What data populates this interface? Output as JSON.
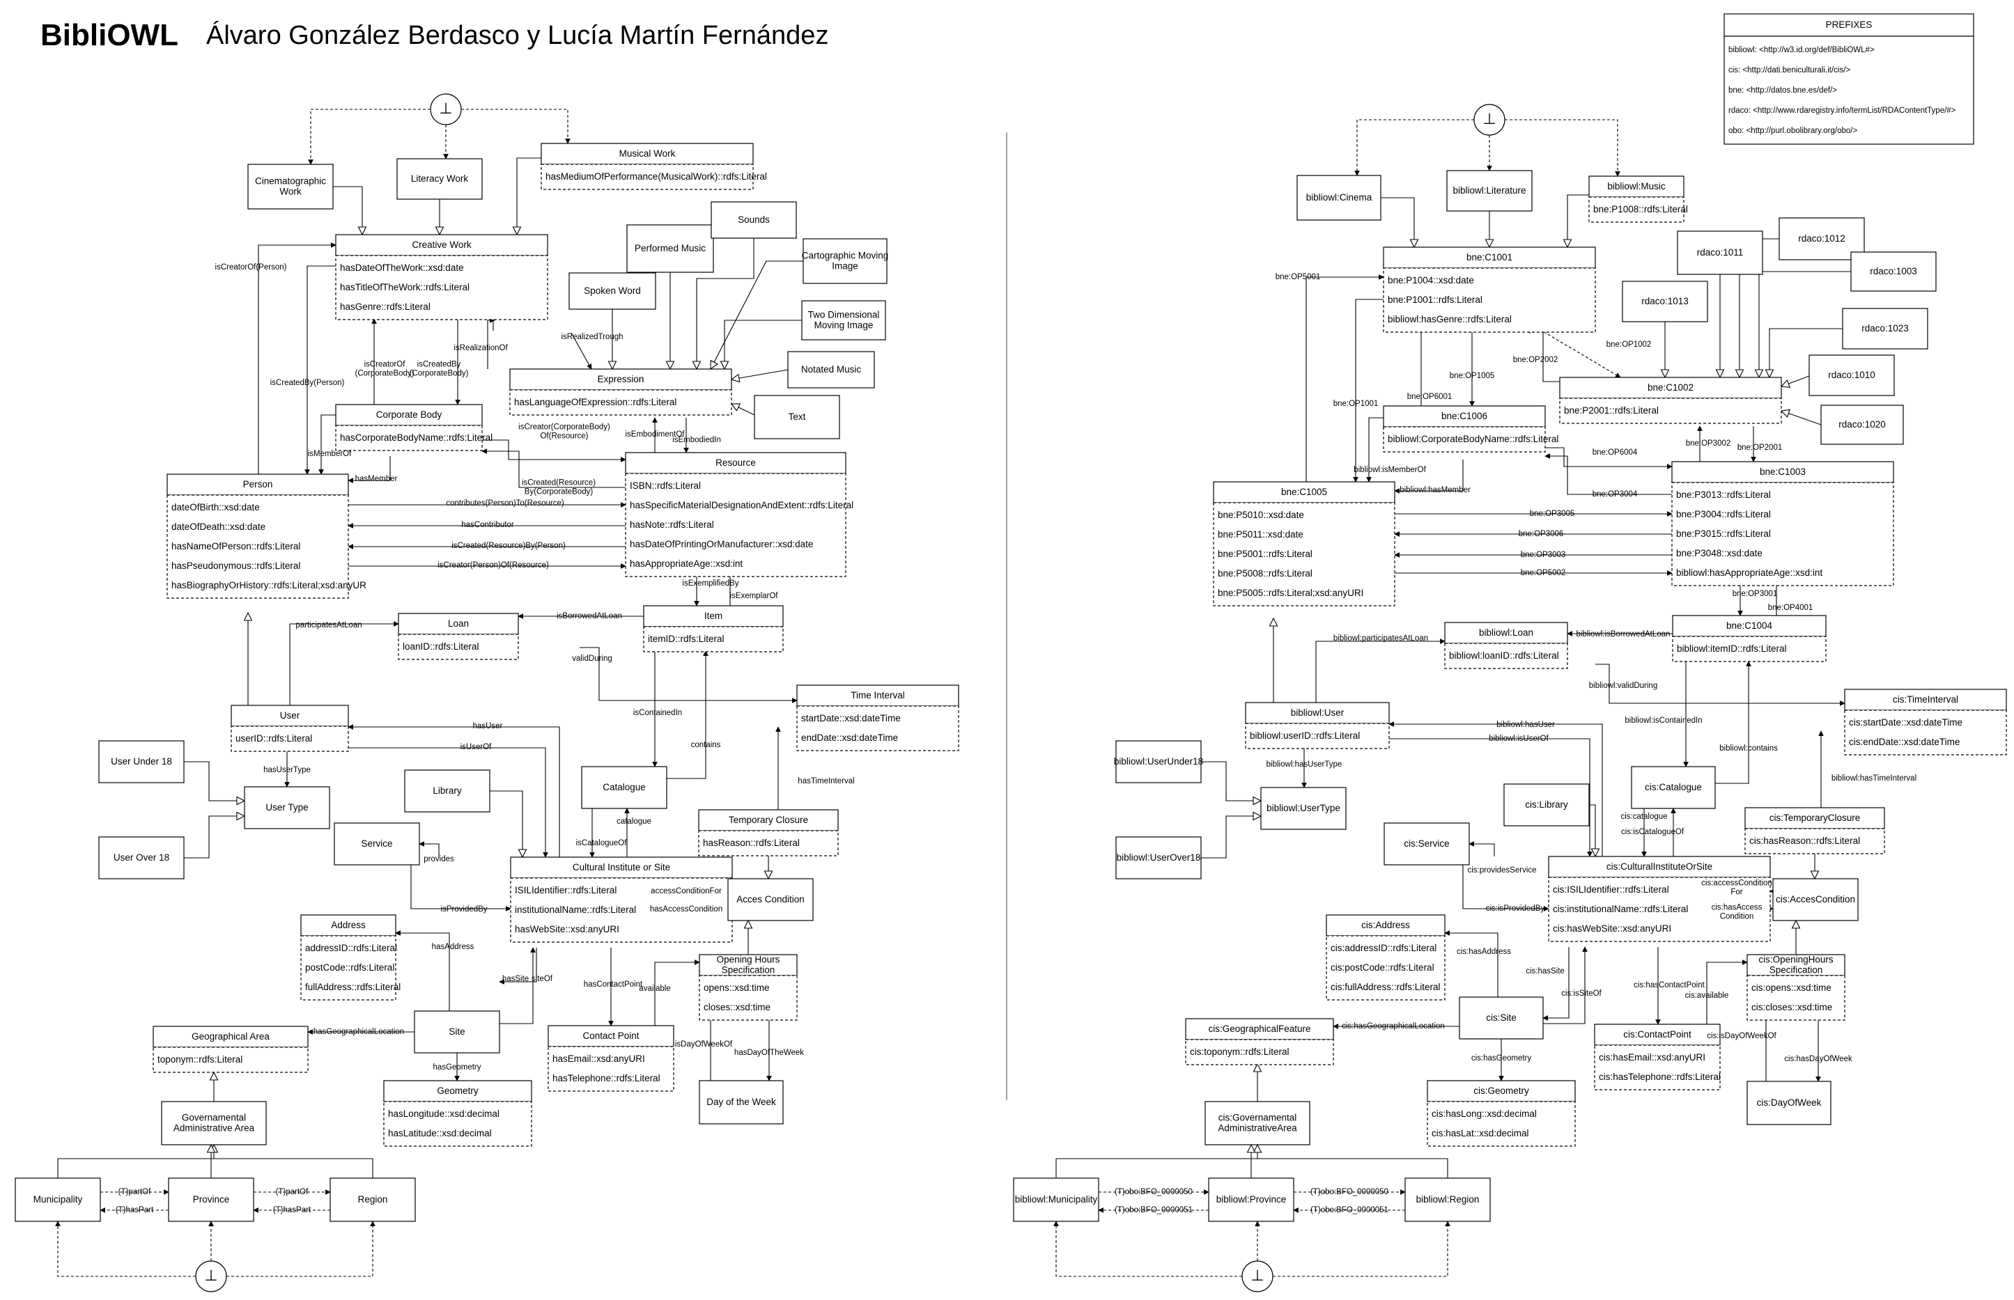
{
  "header": {
    "title": "BibliOWL",
    "authors": "Álvaro González Berdasco y Lucía Martín Fernández"
  },
  "prefixes": {
    "title": "PREFIXES",
    "items": [
      "bibliowl: <http://w3.id.org/def/BibliOWL#>",
      "cis: <http://dati.beniculturali.it/cis/>",
      "bne: <http://datos.bne.es/def/>",
      "rdaco: <http://www.rdaregistry.info/termList/RDAContentType/#>",
      "obo: <http://purl.obolibrary.org/obo/>"
    ]
  },
  "disjoint_symbol": "⊥",
  "left": {
    "classes": [
      {
        "id": "cine",
        "name": "Cinematographic\nWork"
      },
      {
        "id": "lit",
        "name": "Literacy Work"
      },
      {
        "id": "mus",
        "name": "Musical Work",
        "attrs": [
          "hasMediumOfPerformance(MusicalWork)::rdfs:Literal"
        ]
      },
      {
        "id": "cw",
        "name": "Creative Work",
        "attrs": [
          "hasDateOfTheWork::xsd:date",
          "hasTitleOfTheWork::rdfs:Literal",
          "hasGenre::rdfs:Literal"
        ]
      },
      {
        "id": "pm",
        "name": "Performed Music"
      },
      {
        "id": "snd",
        "name": "Sounds"
      },
      {
        "id": "cmi",
        "name": "Cartographic Moving\nImage"
      },
      {
        "id": "sw",
        "name": "Spoken Word"
      },
      {
        "id": "tdmi",
        "name": "Two Dimensional\nMoving Image"
      },
      {
        "id": "nm",
        "name": "Notated Music"
      },
      {
        "id": "expr",
        "name": "Expression",
        "attrs": [
          "hasLanguageOfExpression::rdfs:Literal"
        ]
      },
      {
        "id": "txt",
        "name": "Text"
      },
      {
        "id": "cb",
        "name": "Corporate Body",
        "attrs": [
          "hasCorporateBodyName::rdfs:Literal"
        ]
      },
      {
        "id": "res",
        "name": "Resource",
        "attrs": [
          "ISBN::rdfs:Literal",
          "hasSpecificMaterialDesignationAndExtent::rdfs:Literal",
          "hasNote::rdfs:Literal",
          "hasDateOfPrintingOrManufacturer::xsd:date",
          "hasAppropriateAge::xsd:int"
        ]
      },
      {
        "id": "per",
        "name": "Person",
        "attrs": [
          "dateOfBirth::xsd:date",
          "dateOfDeath::xsd:date",
          "hasNameOfPerson::rdfs:Literal",
          "hasPseudonymous::rdfs:Literal",
          "hasBiographyOrHistory::rdfs:Literal;xsd:anyUR"
        ]
      },
      {
        "id": "loan",
        "name": "Loan",
        "attrs": [
          "loanID::rdfs:Literal"
        ]
      },
      {
        "id": "item",
        "name": "Item",
        "attrs": [
          "itemID::rdfs:Literal"
        ]
      },
      {
        "id": "ti",
        "name": "Time Interval",
        "attrs": [
          "startDate::xsd:dateTime",
          "endDate::xsd:dateTime"
        ]
      },
      {
        "id": "user",
        "name": "User",
        "attrs": [
          "userID::rdfs:Literal"
        ]
      },
      {
        "id": "uu18",
        "name": "User Under 18"
      },
      {
        "id": "ut",
        "name": "User Type"
      },
      {
        "id": "uo18",
        "name": "User Over 18"
      },
      {
        "id": "lib",
        "name": "Library"
      },
      {
        "id": "cat",
        "name": "Catalogue"
      },
      {
        "id": "tc",
        "name": "Temporary Closure",
        "attrs": [
          "hasReason::rdfs:Literal"
        ]
      },
      {
        "id": "svc",
        "name": "Service"
      },
      {
        "id": "cis",
        "name": "Cultural Institute or Site",
        "attrs": [
          "ISILIdentifier::rdfs:Literal",
          "institutionalName::rdfs:Literal",
          "hasWebSite::xsd:anyURI"
        ]
      },
      {
        "id": "ac",
        "name": "Acces Condition"
      },
      {
        "id": "addr",
        "name": "Address",
        "attrs": [
          "addressID::rdfs:Literal",
          "postCode::rdfs:Literal",
          "fullAddress::rdfs:Literal"
        ]
      },
      {
        "id": "ohs",
        "name": "Opening Hours\nSpecification",
        "attrs": [
          "opens::xsd:time",
          "closes::xsd:time"
        ]
      },
      {
        "id": "ga",
        "name": "Geographical Area",
        "attrs": [
          "toponym::rdfs:Literal"
        ]
      },
      {
        "id": "site",
        "name": "Site"
      },
      {
        "id": "cp",
        "name": "Contact Point",
        "attrs": [
          "hasEmail::xsd:anyURI",
          "hasTelephone::rdfs:Literal"
        ]
      },
      {
        "id": "dow",
        "name": "Day of the Week"
      },
      {
        "id": "geom",
        "name": "Geometry",
        "attrs": [
          "hasLongitude::xsd:decimal",
          "hasLatitude::xsd:decimal"
        ]
      },
      {
        "id": "gaa",
        "name": "Governamental\nAdministrative Area"
      },
      {
        "id": "mun",
        "name": "Municipality"
      },
      {
        "id": "prov",
        "name": "Province"
      },
      {
        "id": "reg",
        "name": "Region"
      }
    ],
    "labels": [
      "isCreatorOf(Person)",
      "isCreatedBy(Person)",
      "isCreatorOf\n(CorporateBody)",
      "isCreatedBy\n(CorporateBody)",
      "isRealizationOf",
      "isRealizedTrough",
      "isMemberOf",
      "hasMember",
      "isCreator(CorporateBody)\nOf(Resource)",
      "isEmbodimentOf",
      "isEmbodiedIn",
      "isCreated(Resource)\nBy(CorporateBody)",
      "contributes(Person)To(Resource)",
      "hasContributor",
      "isCreated(Resource)By(Person)",
      "isCreator(Person)Of(Resource)",
      "isExemplifiedBy",
      "isExemplarOf",
      "isBorrowedAtLoan",
      "participatesAtLoan",
      "validDuring",
      "isContainedIn",
      "contains",
      "hasUser",
      "isUserOf",
      "hasUserType",
      "hasTimeInterval",
      "isCatalogueOf",
      "catalogue",
      "provides",
      "accessConditionFor",
      "isProvidedBy",
      "hasAccessCondition",
      "hasAddress",
      "hasSite",
      "siteOf",
      "hasContactPoint",
      "available",
      "hasGeographicalLocation",
      "hasGeometry",
      "isDayOfWeekOf",
      "hasDayOfTheWeek",
      "(T)partOf",
      "(T)hasPart",
      "(T)partOf",
      "(T)hasPart"
    ]
  },
  "right": {
    "classes": [
      {
        "id": "cine",
        "name": "bibliowl:Cinema"
      },
      {
        "id": "lit",
        "name": "bibliowl:Literature"
      },
      {
        "id": "mus",
        "name": "bibliowl:Music",
        "attrs": [
          "bne:P1008::rdfs:Literal"
        ]
      },
      {
        "id": "cw",
        "name": "bne:C1001",
        "attrs": [
          "bne:P1004::xsd:date",
          "bne:P1001::rdfs:Literal",
          "bibliowl:hasGenre::rdfs:Literal"
        ]
      },
      {
        "id": "r1011",
        "name": "rdaco:1011"
      },
      {
        "id": "r1012",
        "name": "rdaco:1012"
      },
      {
        "id": "r1003",
        "name": "rdaco:1003"
      },
      {
        "id": "r1013",
        "name": "rdaco:1013"
      },
      {
        "id": "r1023",
        "name": "rdaco:1023"
      },
      {
        "id": "r1010",
        "name": "rdaco:1010"
      },
      {
        "id": "expr",
        "name": "bne:C1002",
        "attrs": [
          "bne:P2001::rdfs:Literal"
        ]
      },
      {
        "id": "r1020",
        "name": "rdaco:1020"
      },
      {
        "id": "cb",
        "name": "bne:C1006",
        "attrs": [
          "bibliowl:CorporateBodyName::rdfs:Literal"
        ]
      },
      {
        "id": "res",
        "name": "bne:C1003",
        "attrs": [
          "bne:P3013::rdfs:Literal",
          "bne:P3004::rdfs:Literal",
          "bne:P3015::rdfs:Literal",
          "bne:P3048::xsd:date",
          "bibliowl:hasAppropriateAge::xsd:int"
        ]
      },
      {
        "id": "per",
        "name": "bne:C1005",
        "attrs": [
          "bne:P5010::xsd:date",
          "bne:P5011::xsd:date",
          "bne:P5001::rdfs:Literal",
          "bne:P5008::rdfs:Literal",
          "bne:P5005::rdfs:Literal;xsd:anyURI"
        ]
      },
      {
        "id": "loan",
        "name": "bibliowl:Loan",
        "attrs": [
          "bibliowl:loanID::rdfs:Literal"
        ]
      },
      {
        "id": "item",
        "name": "bne:C1004",
        "attrs": [
          "bibliowl:itemID::rdfs:Literal"
        ]
      },
      {
        "id": "ti",
        "name": "cis:TimeInterval",
        "attrs": [
          "cis:startDate::xsd:dateTime",
          "cis:endDate::xsd:dateTime"
        ]
      },
      {
        "id": "user",
        "name": "bibliowl:User",
        "attrs": [
          "bibliowl:userID::rdfs:Literal"
        ]
      },
      {
        "id": "uu18",
        "name": "bibliowl:UserUnder18"
      },
      {
        "id": "ut",
        "name": "bibliowl:UserType"
      },
      {
        "id": "uo18",
        "name": "bibliowl:UserOver18"
      },
      {
        "id": "lib",
        "name": "cis:Library"
      },
      {
        "id": "cat",
        "name": "cis:Catalogue"
      },
      {
        "id": "tc",
        "name": "cis:TemporaryClosure",
        "attrs": [
          "cis:hasReason::rdfs:Literal"
        ]
      },
      {
        "id": "svc",
        "name": "cis:Service"
      },
      {
        "id": "cis",
        "name": "cis:CulturalInstituteOrSite",
        "attrs": [
          "cis:ISILIdentifier::rdfs:Literal",
          "cis:institutionalName::rdfs:Literal",
          "cis:hasWebSite::xsd:anyURI"
        ]
      },
      {
        "id": "ac",
        "name": "cis:AccesCondition"
      },
      {
        "id": "addr",
        "name": "cis:Address",
        "attrs": [
          "cis:addressID::rdfs:Literal",
          "cis:postCode::rdfs:Literal",
          "cis:fullAddress::rdfs:Literal"
        ]
      },
      {
        "id": "ohs",
        "name": "cis:OpeningHours\nSpecification",
        "attrs": [
          "cis:opens::xsd:time",
          "cis:closes::xsd:time"
        ]
      },
      {
        "id": "ga",
        "name": "cis:GeographicalFeature",
        "attrs": [
          "cis:toponym::rdfs:Literal"
        ]
      },
      {
        "id": "site",
        "name": "cis:Site"
      },
      {
        "id": "cp",
        "name": "cis:ContactPoint",
        "attrs": [
          "cis:hasEmail::xsd:anyURI",
          "cis:hasTelephone::rdfs:Literal"
        ]
      },
      {
        "id": "dow",
        "name": "cis:DayOfWeek"
      },
      {
        "id": "geom",
        "name": "cis:Geometry",
        "attrs": [
          "cis:hasLong::xsd:decimal",
          "cis:hasLat::xsd:decimal"
        ]
      },
      {
        "id": "gaa",
        "name": "cis:Governamental\nAdministrativeArea"
      },
      {
        "id": "mun",
        "name": "bibliowl:Municipality"
      },
      {
        "id": "prov",
        "name": "bibliowl:Province"
      },
      {
        "id": "reg",
        "name": "bibliowl:Region"
      }
    ],
    "labels": [
      "bne:OP5001",
      "bne:OP1001",
      "bne:OP2002",
      "bne:OP1002",
      "bne:OP6001",
      "bne:OP1005",
      "bibliowl:isMemberOf",
      "bibliowl:hasMember",
      "bne:OP6004",
      "bne:OP3004",
      "bne:OP3002",
      "bne:OP2001",
      "bne:OP3005",
      "bne:OP3006",
      "bne:OP3003",
      "bne:OP5002",
      "bne:OP3001",
      "bne:OP4001",
      "bibliowl:isBorrowedAtLoan",
      "bibliowl:participatesAtLoan",
      "bibliowl:validDuring",
      "bibliowl:isContainedIn",
      "bibliowl:contains",
      "bibliowl:hasUser",
      "bibliowl:isUserOf",
      "bibliowl:hasUserType",
      "bibliowl:hasTimeInterval",
      "cis:isCatalogueOf",
      "cis:catalogue",
      "cis:providesService",
      "cis:accessCondition\nFor",
      "cis:isProvidedBy",
      "cis:hasAccess\nCondition",
      "cis:hasAddress",
      "cis:hasSite",
      "cis:isSiteOf",
      "cis:hasContactPoint",
      "cis:available",
      "cis:hasGeographicalLocation",
      "cis:hasGeometry",
      "cis:isDayOfWeekOf",
      "cis:hasDayOfWeek",
      "(T)obo:BFO_0000050",
      "(T)obo:BFO_0000051",
      "(T)obo:BFO_0000050",
      "(T)obo:BFO_0000051"
    ]
  }
}
